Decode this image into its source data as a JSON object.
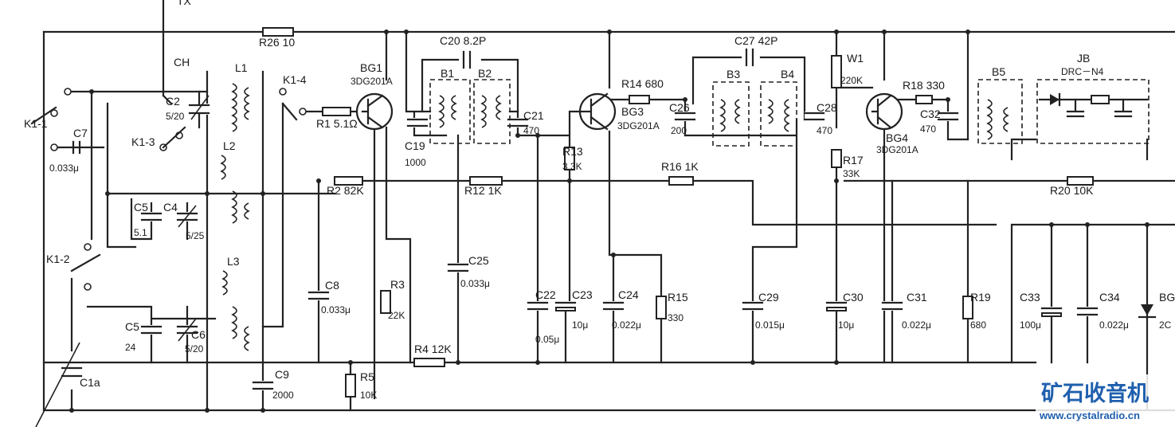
{
  "labels": {
    "ant_top": "TX",
    "ant": "CH",
    "k11": "K1-1",
    "k13": "K1-3",
    "k12": "K1-2",
    "k14": "K1-4",
    "c7": "C7",
    "c7_val": "0.033μ",
    "c2": "C2",
    "c2_val": "5/20",
    "l1": "L1",
    "l2": "L2",
    "l3": "L3",
    "c5a": "C5",
    "c5a_val": "5.1",
    "c4": "C4",
    "c4_val": "5/25",
    "c5b": "C5",
    "c5b_val": "24",
    "c6": "C6",
    "c6_val": "5/20",
    "c1a": "C1a",
    "c9": "C9",
    "c9_val": "2000",
    "r26": "R26 10",
    "r1": "R1 5.1Ω",
    "bg1": "BG1",
    "bg1_type": "3DG201A",
    "c20": "C20  8.2P",
    "b1": "B1",
    "b2": "B2",
    "c19": "C19",
    "c19_val": "1000",
    "c21": "C21",
    "c21_val": "470",
    "r2": "R2 82K",
    "r12": "R12 1K",
    "c8": "C8",
    "c8_val": "0.033μ",
    "r3": "R3",
    "r3_val": "22K",
    "c25": "C25",
    "c25_val": "0.033μ",
    "r4": "R4 12K",
    "r5": "R5",
    "r5_val": "10K",
    "bg3": "BG3",
    "bg3_type": "3DG201A",
    "r14": "R14 680",
    "r13": "R13",
    "r13_val": "3.3K",
    "c22": "C22",
    "c22_val": "0.05μ",
    "c23": "C23",
    "c23_val": "10μ",
    "c24": "C24",
    "c24_val": "0.022μ",
    "r15": "R15",
    "r15_val": "330",
    "c27": "C27  42P",
    "c26": "C26",
    "c26_val": "200",
    "b3": "B3",
    "b4": "B4",
    "c28": "C28",
    "c28_val": "470",
    "r16": "R16 1K",
    "c29": "C29",
    "c29_val": "0.015μ",
    "w1": "W1",
    "w1_val": "220K",
    "r17": "R17",
    "r17_val": "33K",
    "bg4": "BG4",
    "bg4_type": "3DG201A",
    "r18": "R18 330",
    "c32": "C32",
    "c32_val": "470",
    "c30": "C30",
    "c30_val": "10μ",
    "c31": "C31",
    "c31_val": "0.022μ",
    "r19": "R19",
    "r19_val": "680",
    "r20": "R20 10K",
    "b5": "B5",
    "jb": "JB",
    "jb_type": "DRC－N4",
    "c33": "C33",
    "c33_val": "100μ",
    "c34": "C34",
    "c34_val": "0.022μ",
    "bg_edge": "BG",
    "bg_edge_type": "2C"
  },
  "watermark": {
    "brand": "矿石收音机",
    "url": "www.crystalradio.cn",
    "color": "#1f5fae"
  }
}
